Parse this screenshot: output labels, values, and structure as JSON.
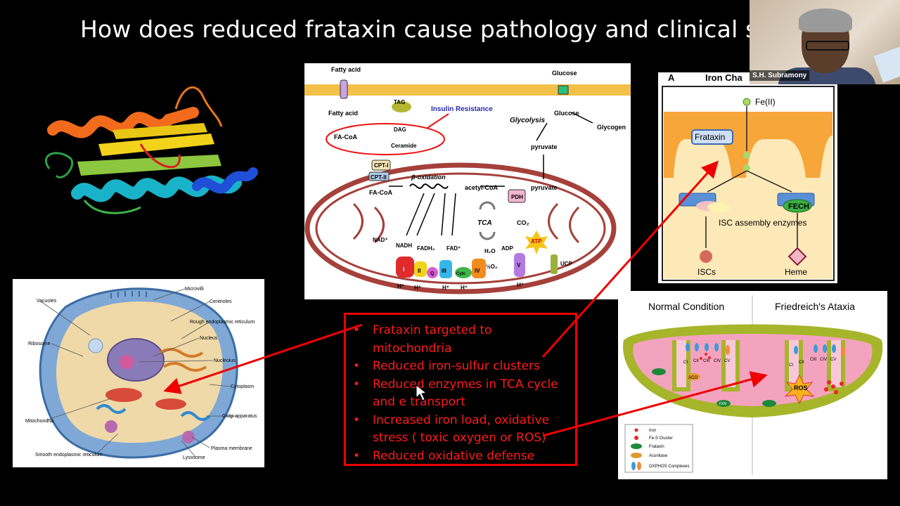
{
  "slide": {
    "title": "How does reduced frataxin cause pathology and clinical sympt"
  },
  "webcam": {
    "participant_name": "S.H. Subramony"
  },
  "metabolism_figure": {
    "labels": {
      "fatty_acid_top": "Fatty acid",
      "glucose_top": "Glucose",
      "fatty_acid": "Fatty acid",
      "tag": "TAG",
      "insulin_resistance": "Insulin Resistance",
      "glycolysis": "Glycolysis",
      "glucose": "Glucose",
      "glycogen": "Glycogen",
      "fa_coa": "FA-CoA",
      "dag": "DAG",
      "ceramide": "Ceramide",
      "pyruvate_cyto": "pyruvate",
      "cpt1": "CPT-I",
      "cpt2": "CPT-II",
      "beta_oxidation": "β-oxidation",
      "fa_coa_mito": "FA-CoA",
      "acetyl_coa": "acetyl-CoA",
      "pyruvate_mito": "pyruvate",
      "pdh": "PDH",
      "tca": "TCA",
      "co2": "CO₂",
      "nad": "NAD⁺",
      "nadh": "NADH",
      "fadh2": "FADH₂",
      "fad": "FAD⁺",
      "h2o": "H₂O",
      "adp": "ADP",
      "atp": "ATP",
      "half_o2": "½O₂",
      "ucp": "UCP",
      "complex_i": "I",
      "complex_ii": "II",
      "complex_q": "Q",
      "complex_iii": "III",
      "cytc": "Cytc",
      "complex_iv": "IV",
      "complex_v": "V",
      "h_plus": "H⁺"
    }
  },
  "cell_figure": {
    "labels": {
      "microvilli": "Microvilli",
      "vacuoles": "Vacuoles",
      "centrioles": "Centrioles",
      "rough_er": "Rough endoplasmic reticulum",
      "nucleus": "Nucleus",
      "ribosome": "Ribosome",
      "nucleolus": "Nucleolus",
      "cytoplasm": "Cytoplasm",
      "golgi": "Golgi apparatus",
      "mitochondria": "Mitochondria",
      "plasma_membrane": "Plasma membrane",
      "smooth_er": "Smooth endoplasmic reticulum",
      "lysosome": "Lysosome"
    }
  },
  "iron_figure": {
    "panel_letter": "A",
    "title_visible": "Iron Cha",
    "fe2": "Fe(II)",
    "frataxin": "Frataxin",
    "fech": "FECH",
    "isc_enzymes": "ISC assembly enzymes",
    "iscs": "ISCs",
    "heme": "Heme"
  },
  "fa_figure": {
    "normal": "Normal Condition",
    "friedreich": "Friedreich's Ataxia",
    "ros": "ROS",
    "complex_labels": [
      "CI",
      "CII",
      "CIII",
      "CIV",
      "CV"
    ],
    "legend": [
      "Iron",
      "Fe-S Cluster",
      "Frataxin",
      "Aconitase",
      "OXPHOS Complexes"
    ],
    "fxn": "FXN",
    "aco": "ACO"
  },
  "bullets": {
    "items": [
      "Frataxin targeted to mitochondria",
      "Reduced iron-sulfur clusters",
      "Reduced enzymes in TCA cycle and e transport",
      "Increased iron load, oxidative stress ( toxic oxygen or ROS)",
      "Reduced oxidative defense"
    ]
  },
  "colors": {
    "background": "#000000",
    "title_text": "#ffffff",
    "highlight_red": "#ee0000"
  }
}
